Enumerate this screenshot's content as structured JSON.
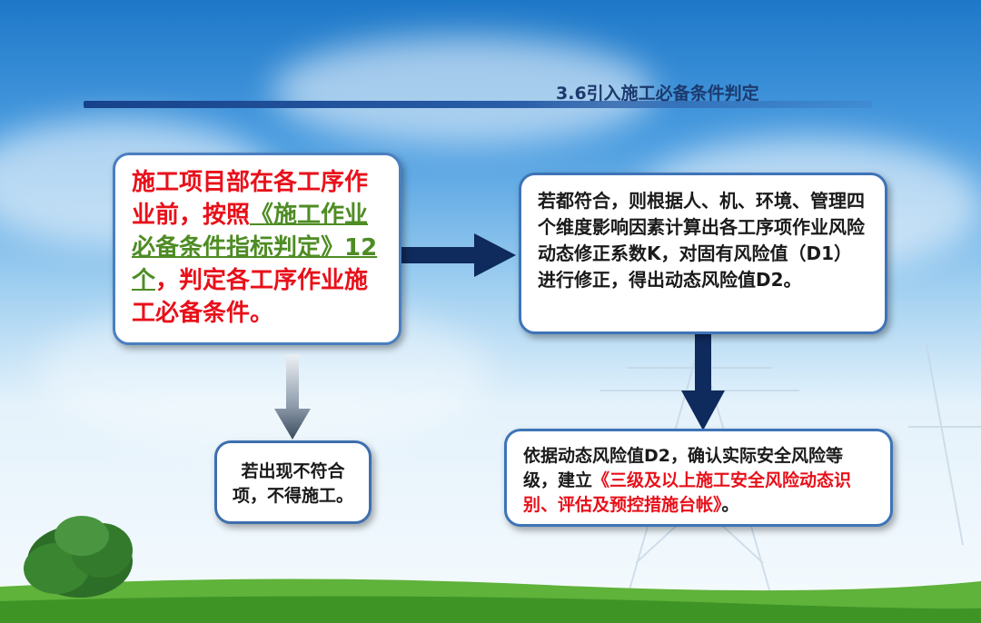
{
  "header": {
    "title": "3.6引入施工必备条件判定"
  },
  "box1": {
    "part1": "施工项目部在各工序作业前，按照",
    "part2_green": "《施工作业必备条件指标判定》12个",
    "part3": "，判定各工序作业施工必备条件。"
  },
  "box2": {
    "text": "若都符合，则根据人、机、环境、管理四个维度影响因素计算出各工序项作业风险动态修正系数K，对固有风险值（D1）进行修正，得出动态风险值D2。"
  },
  "box3": {
    "text": "若出现不符合项，不得施工。"
  },
  "box4": {
    "part1": "依据动态风险值D2，确认实际安全风险等级，建立",
    "part2_red": "《三级及以上施工安全风险动态识别、评估及预控措施台帐》",
    "part3": "。"
  },
  "colors": {
    "red_text": "#e8101a",
    "green_text": "#4e8c24",
    "arrow_dark": "#0f2a5c",
    "box_border": "#4a7fc0"
  }
}
